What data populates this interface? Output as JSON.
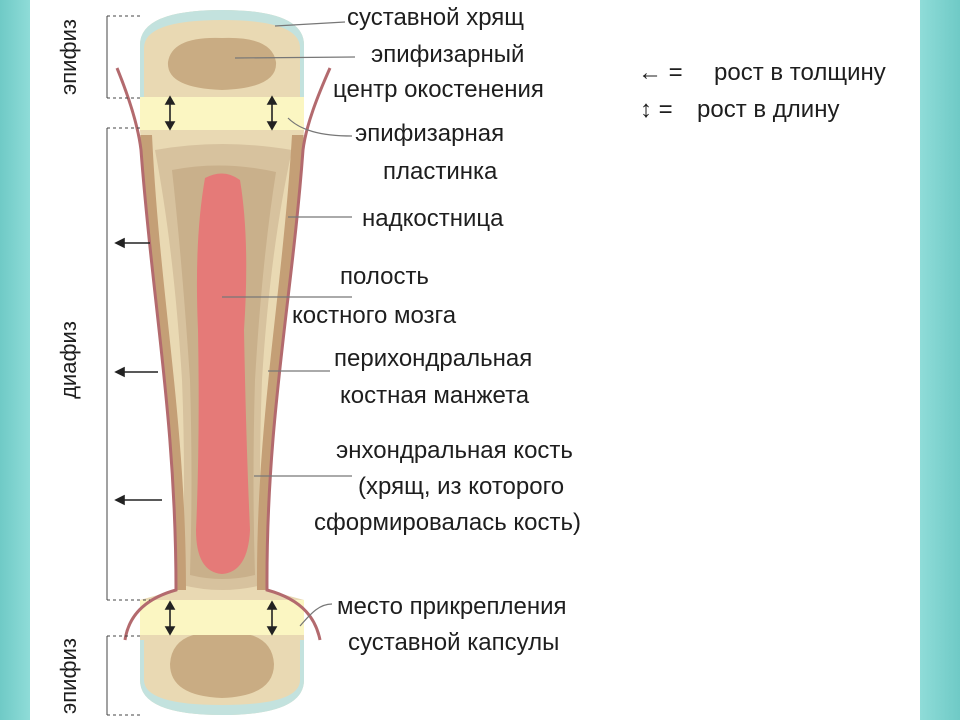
{
  "side_labels": {
    "epiphysis_top": "эпифиз",
    "diaphysis": "диафиз",
    "epiphysis_bottom": "эпифиз"
  },
  "labels": {
    "articular_cartilage": "суставной хрящ",
    "ossification_center_1": "эпифизарный",
    "ossification_center_2": "центр окостенения",
    "epiphyseal_plate_1": "эпифизарная",
    "epiphyseal_plate_2": "пластинка",
    "periosteum": "надкостница",
    "marrow_cavity_1": "полость",
    "marrow_cavity_2": "костного мозга",
    "perichondral_1": "перихондральная",
    "perichondral_2": "костная манжета",
    "enchondral_1": "энхондральная кость",
    "enchondral_2": "(хрящ, из которого",
    "enchondral_3": "сформировалась кость)",
    "capsule_1": "место прикрепления",
    "capsule_2": "суставной капсулы"
  },
  "legend": {
    "thickness_symbol": "← =",
    "thickness_text": "рост в толщину",
    "length_symbol": "↕ =",
    "length_text": "рост в длину"
  },
  "colors": {
    "cartilage": "#c3e2de",
    "epiphysis": "#e9d9b3",
    "ossification_center": "#c9ac83",
    "plate": "#fbf6c2",
    "diaphysis_outer": "#c49f76",
    "diaphysis_mid": "#e6d2ac",
    "marrow": "#e57a78",
    "periosteum": "#b36a6e"
  }
}
